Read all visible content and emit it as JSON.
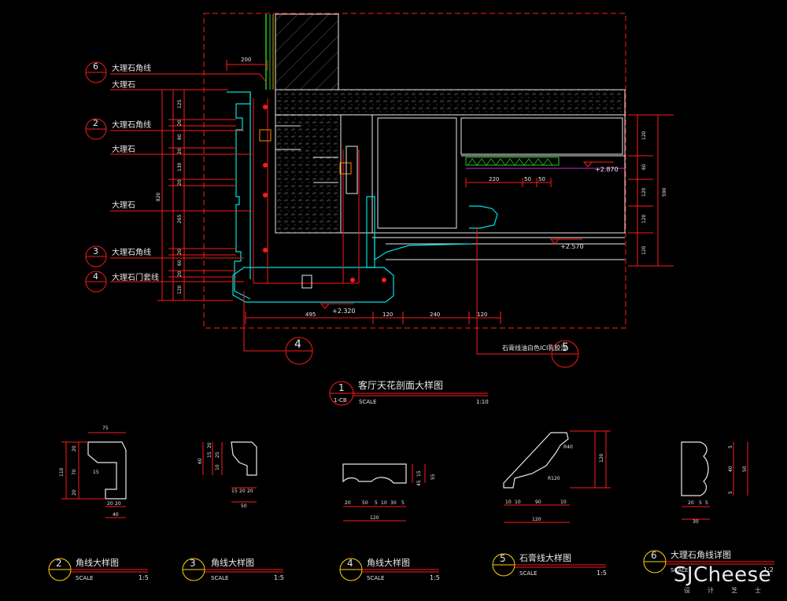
{
  "main_detail": {
    "badge_num": "1",
    "badge_sub": "1-CB",
    "title": "客厅天花剖面大样图",
    "scale_label": "SCALE",
    "scale_value": "1:10",
    "left_callouts": [
      {
        "num": "6",
        "label": "大理石角线"
      },
      {
        "num": "",
        "label": "大理石"
      },
      {
        "num": "2",
        "label": "大理石角线"
      },
      {
        "num": "",
        "label": "大理石"
      },
      {
        "num": "",
        "label": "大理石"
      },
      {
        "num": "3",
        "label": "大理石角线"
      },
      {
        "num": "4",
        "label": "大理石门套线"
      }
    ],
    "top_dim": "200",
    "left_dims": [
      "125",
      "20",
      "80",
      "20",
      "130",
      "20",
      "265",
      "20",
      "60",
      "20",
      "120"
    ],
    "left_total": "820",
    "right_dims": [
      "120",
      "60",
      "120",
      "120",
      "120"
    ],
    "right_total": "590",
    "inner_dims": [
      "220",
      "50",
      "50"
    ],
    "elevations": [
      "+2.870",
      "+2.570",
      "+2.320"
    ],
    "bottom_dims": [
      "495",
      "120",
      "240",
      "120"
    ],
    "section_marks": [
      "4",
      "5"
    ],
    "note_text": "石膏线油白色ICI乳胶漆"
  },
  "sub_details": [
    {
      "num": "2",
      "title": "角线大样图",
      "scale_label": "SCALE",
      "scale": "1:5",
      "dims": [
        "75",
        "20",
        "70",
        "20",
        "110",
        "15",
        "20",
        "20",
        "40"
      ]
    },
    {
      "num": "3",
      "title": "角线大样图",
      "scale_label": "SCALE",
      "scale": "1:5",
      "dims": [
        "60",
        "20",
        "15",
        "25",
        "10",
        "15",
        "20",
        "20",
        "50"
      ]
    },
    {
      "num": "4",
      "title": "角线大样图",
      "scale_label": "SCALE",
      "scale": "1:5",
      "dims": [
        "20",
        "50",
        "5",
        "10",
        "30",
        "5",
        "120",
        "15",
        "45",
        "55"
      ]
    },
    {
      "num": "5",
      "title": "石膏线大样图",
      "scale_label": "SCALE",
      "scale": "1:5",
      "dims": [
        "R40",
        "R120",
        "120",
        "10",
        "10",
        "90",
        "10",
        "120"
      ]
    },
    {
      "num": "6",
      "title": "大理石角线详图",
      "scale_label": "SCALE",
      "scale": "1:2",
      "dims": [
        "5",
        "40",
        "5",
        "50",
        "20",
        "5",
        "5",
        "30"
      ]
    }
  ],
  "watermark": {
    "main": "SJCheese",
    "sub": "设计芝士"
  },
  "colors": {
    "background": "#000000",
    "red": "#ff1a1a",
    "cyan": "#00e0e0",
    "yellow": "#ffd400",
    "white": "#e8e8e8",
    "green": "#22cc22",
    "magenta": "#ff40ff",
    "gray": "#8a8a8a"
  }
}
